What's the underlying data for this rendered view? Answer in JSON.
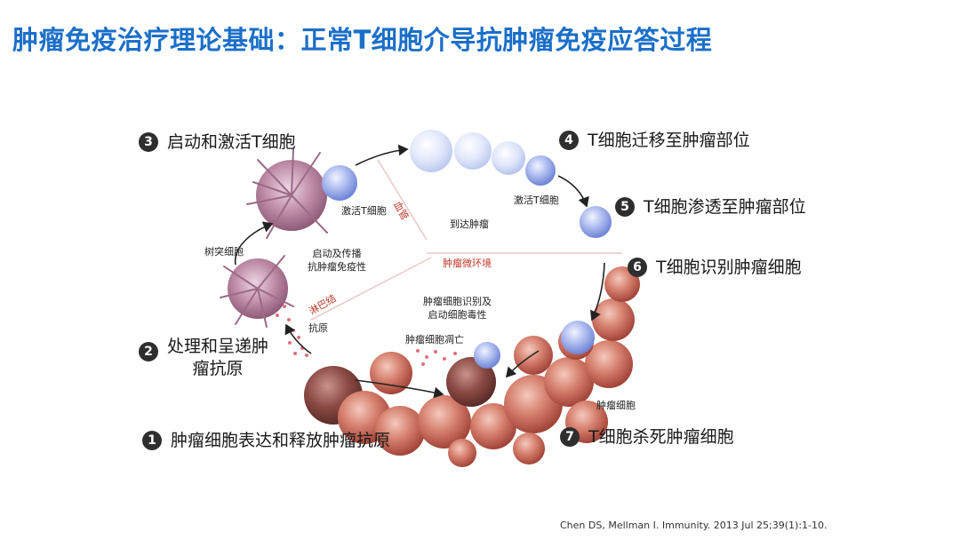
{
  "title": "肿瘤免疫治疗理论基础：正常T细胞介导抗肿瘤免疫应答过程",
  "steps": [
    {
      "num": "1",
      "label": "肿瘤细胞表达和释放肿瘤抗原"
    },
    {
      "num": "2",
      "label_line1": "处理和呈递肿",
      "label_line2": "瘤抗原"
    },
    {
      "num": "3",
      "label": "启动和激活T细胞"
    },
    {
      "num": "4",
      "label": "T细胞迁移至肿瘤部位"
    },
    {
      "num": "5",
      "label": "T细胞渗透至肿瘤部位"
    },
    {
      "num": "6",
      "label": "T细胞识别肿瘤细胞"
    },
    {
      "num": "7",
      "label": "T细胞杀死肿瘤细胞"
    }
  ],
  "annotations": {
    "activated_t_cell_1": "激活T细胞",
    "activated_t_cell_2": "激活T细胞",
    "dendritic_cell": "树突细胞",
    "priming_line1": "启动及传播",
    "priming_line2": "抗肿瘤免疫性",
    "blood_vessel": "血管",
    "arrive_tumor": "到达肿瘤",
    "tumor_microenvironment": "肿瘤微环境",
    "lymph_node": "淋巴结",
    "antigen": "抗原",
    "recognition_line1": "肿瘤细胞识别及",
    "recognition_line2": "启动细胞毒性",
    "tumor_apoptosis": "肿瘤细胞凋亡",
    "tumor_cell": "肿瘤细胞"
  },
  "citation": "Chen DS, Mellman I. Immunity. 2013 Jul 25;39(1):1-10.",
  "colors": {
    "title": "#1b6fc8",
    "t_cell": "#8a9fe0",
    "dendritic_cell": "#b07fa0",
    "tumor_cell": "#b3564a",
    "region_label": "#c0392b"
  }
}
